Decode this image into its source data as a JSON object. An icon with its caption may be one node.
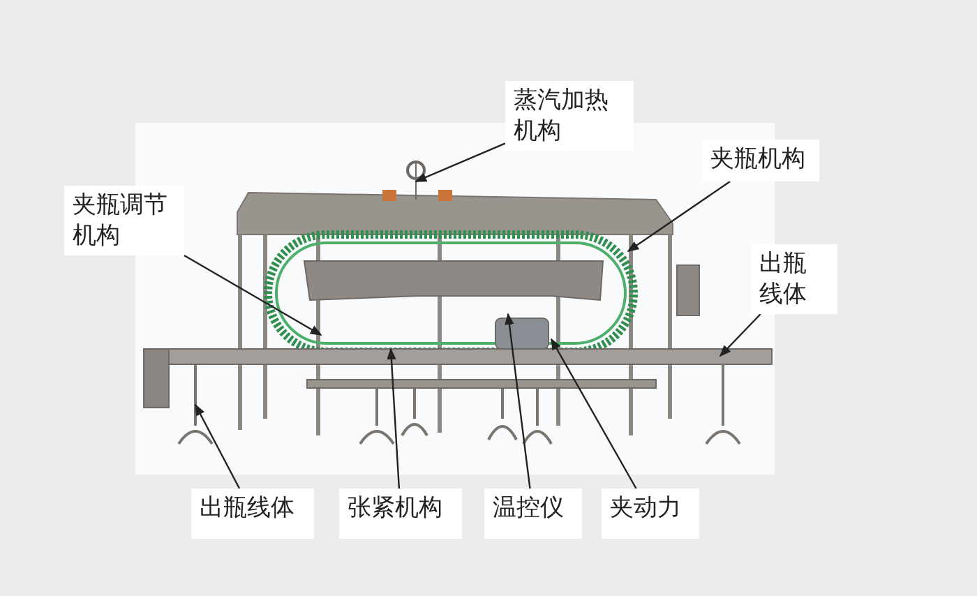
{
  "diagram": {
    "nodes": [
      {
        "text": [
          "蒸汽加热机构"
        ]
      },
      {
        "text": [
          "夹瓶机构"
        ]
      },
      {
        "text": [
          "夹瓶调节机构"
        ]
      },
      {
        "text": [
          "出瓶线体"
        ]
      },
      {
        "text": [
          "出瓶线体"
        ]
      },
      {
        "text": [
          "张紧机构"
        ]
      },
      {
        "text": [
          "温控仪"
        ]
      },
      {
        "text": [
          "夹动力"
        ]
      }
    ],
    "edges": [
      {
        "from": 0,
        "to": null,
        "arrow": "to"
      },
      {
        "from": 1,
        "to": null,
        "arrow": "to"
      },
      {
        "from": 2,
        "to": null,
        "arrow": "to"
      },
      {
        "from": 3,
        "to": null,
        "arrow": "to"
      },
      {
        "from": 4,
        "to": null,
        "arrow": "to"
      },
      {
        "from": 5,
        "to": null,
        "arrow": "to"
      },
      {
        "from": 6,
        "to": null,
        "arrow": "to"
      },
      {
        "from": 7,
        "to": null,
        "arrow": "to"
      }
    ]
  }
}
